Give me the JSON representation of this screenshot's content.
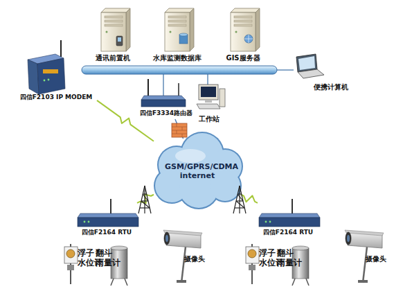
{
  "diagram": {
    "nodes": [
      {
        "text": [
          "通讯前置机"
        ]
      },
      {
        "text": [
          "水库监测数据库"
        ]
      },
      {
        "text": [
          "GIS服务器"
        ]
      },
      {
        "text": [
          "便携计算机"
        ]
      },
      {
        "text": [
          "四信F2103 IP MODEM"
        ]
      },
      {
        "text": [
          "四信F3334路由器"
        ]
      },
      {
        "text": [
          "工作站"
        ]
      },
      {
        "text": [
          "GSM/GPRS/CDMA internet"
        ]
      },
      {
        "text": [
          "四信F2164 RTU"
        ]
      },
      {
        "text": [
          "浮子 水位计"
        ]
      },
      {
        "text": [
          "翻斗 雨量计"
        ]
      },
      {
        "text": [
          "摄像头"
        ]
      },
      {
        "text": [
          "四信F2164 RTU"
        ]
      },
      {
        "text": [
          "浮子 水位计"
        ]
      },
      {
        "text": [
          "翻斗 雨量计"
        ]
      },
      {
        "text": [
          "摄像头"
        ]
      }
    ],
    "edges": [
      {
        "from": 4,
        "to": 7,
        "arrow": "none"
      },
      {
        "from": 5,
        "to": 7,
        "arrow": "none"
      },
      {
        "from": 8,
        "to": 7,
        "arrow": "none"
      },
      {
        "from": 12,
        "to": 7,
        "arrow": "none"
      }
    ]
  }
}
